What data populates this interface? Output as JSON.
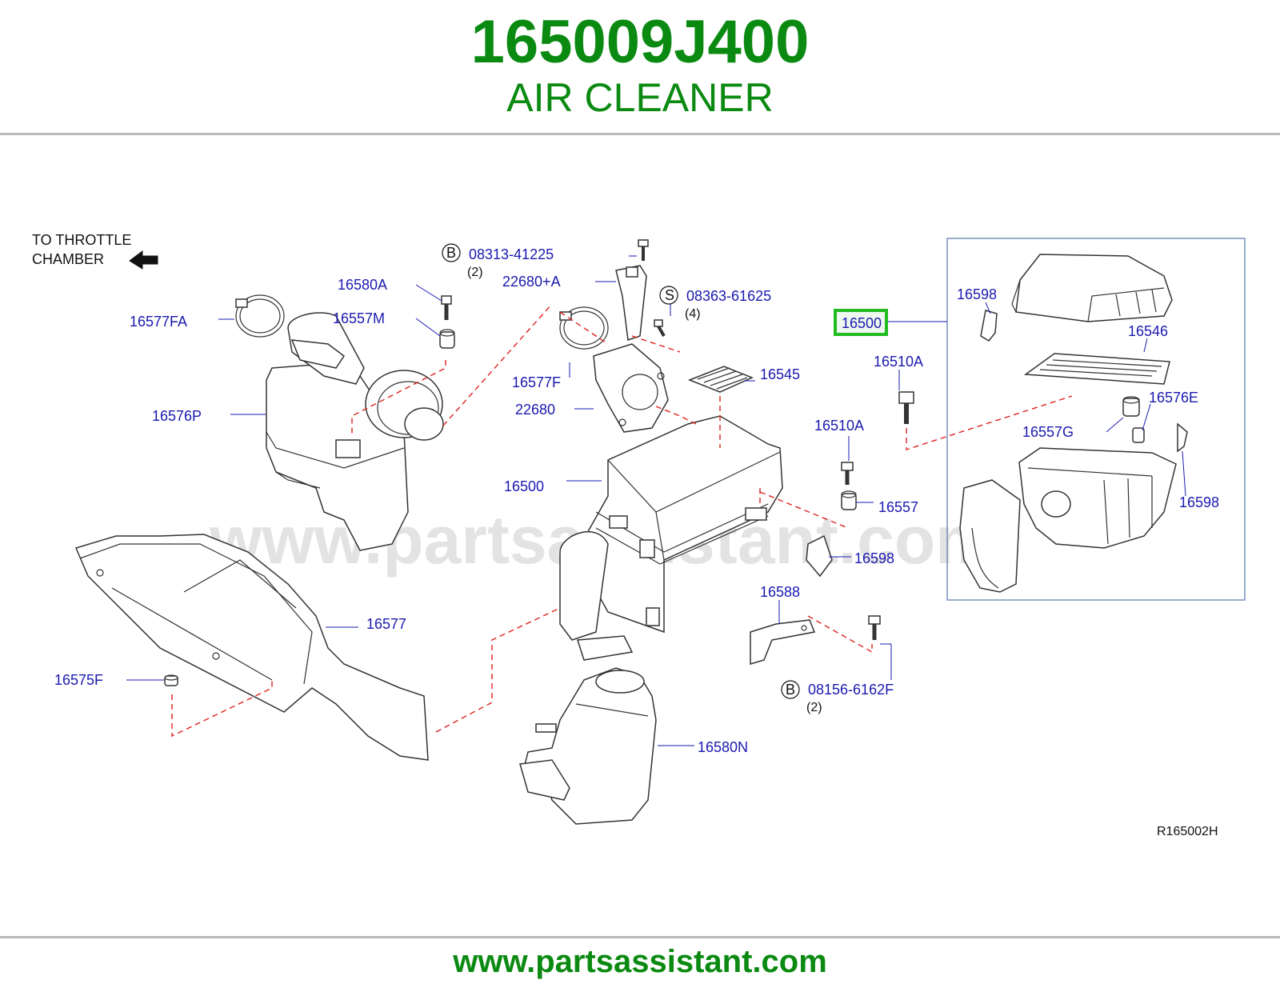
{
  "header": {
    "part_number": "165009J400",
    "part_name": "AIR CLEANER"
  },
  "footer": {
    "url": "www.partsassistant.com"
  },
  "watermark": "www.partsassistant.com",
  "diagram": {
    "note_line1": "TO  THROTTLE",
    "note_line2": "CHAMBER",
    "reference_code": "R165002H",
    "highlight_color": "#22bb22",
    "label_color": "#1a1ab0",
    "callouts": {
      "c16580A": "16580A",
      "c16577FA": "16577FA",
      "c16557M": "16557M",
      "c16576P": "16576P",
      "c16577": "16577",
      "c16575F": "16575F",
      "c08313": "08313-41225",
      "c08313_qty": "(2)",
      "c08313_prefix": "B",
      "c22680A": "22680+A",
      "c16577F": "16577F",
      "c22680": "22680",
      "c08363": "08363-61625",
      "c08363_qty": "(4)",
      "c08363_prefix": "S",
      "c16545": "16545",
      "c16500": "16500",
      "c16510A_1": "16510A",
      "c16510A_2": "16510A",
      "c16557": "16557",
      "c16598_1": "16598",
      "c16588": "16588",
      "c08156": "08156-6162F",
      "c08156_qty": "(2)",
      "c08156_prefix": "B",
      "c16580N": "16580N",
      "c16500_hl": "16500",
      "c16598_2": "16598",
      "c16546": "16546",
      "c16576E": "16576E",
      "c16557G": "16557G",
      "c16598_3": "16598"
    }
  }
}
